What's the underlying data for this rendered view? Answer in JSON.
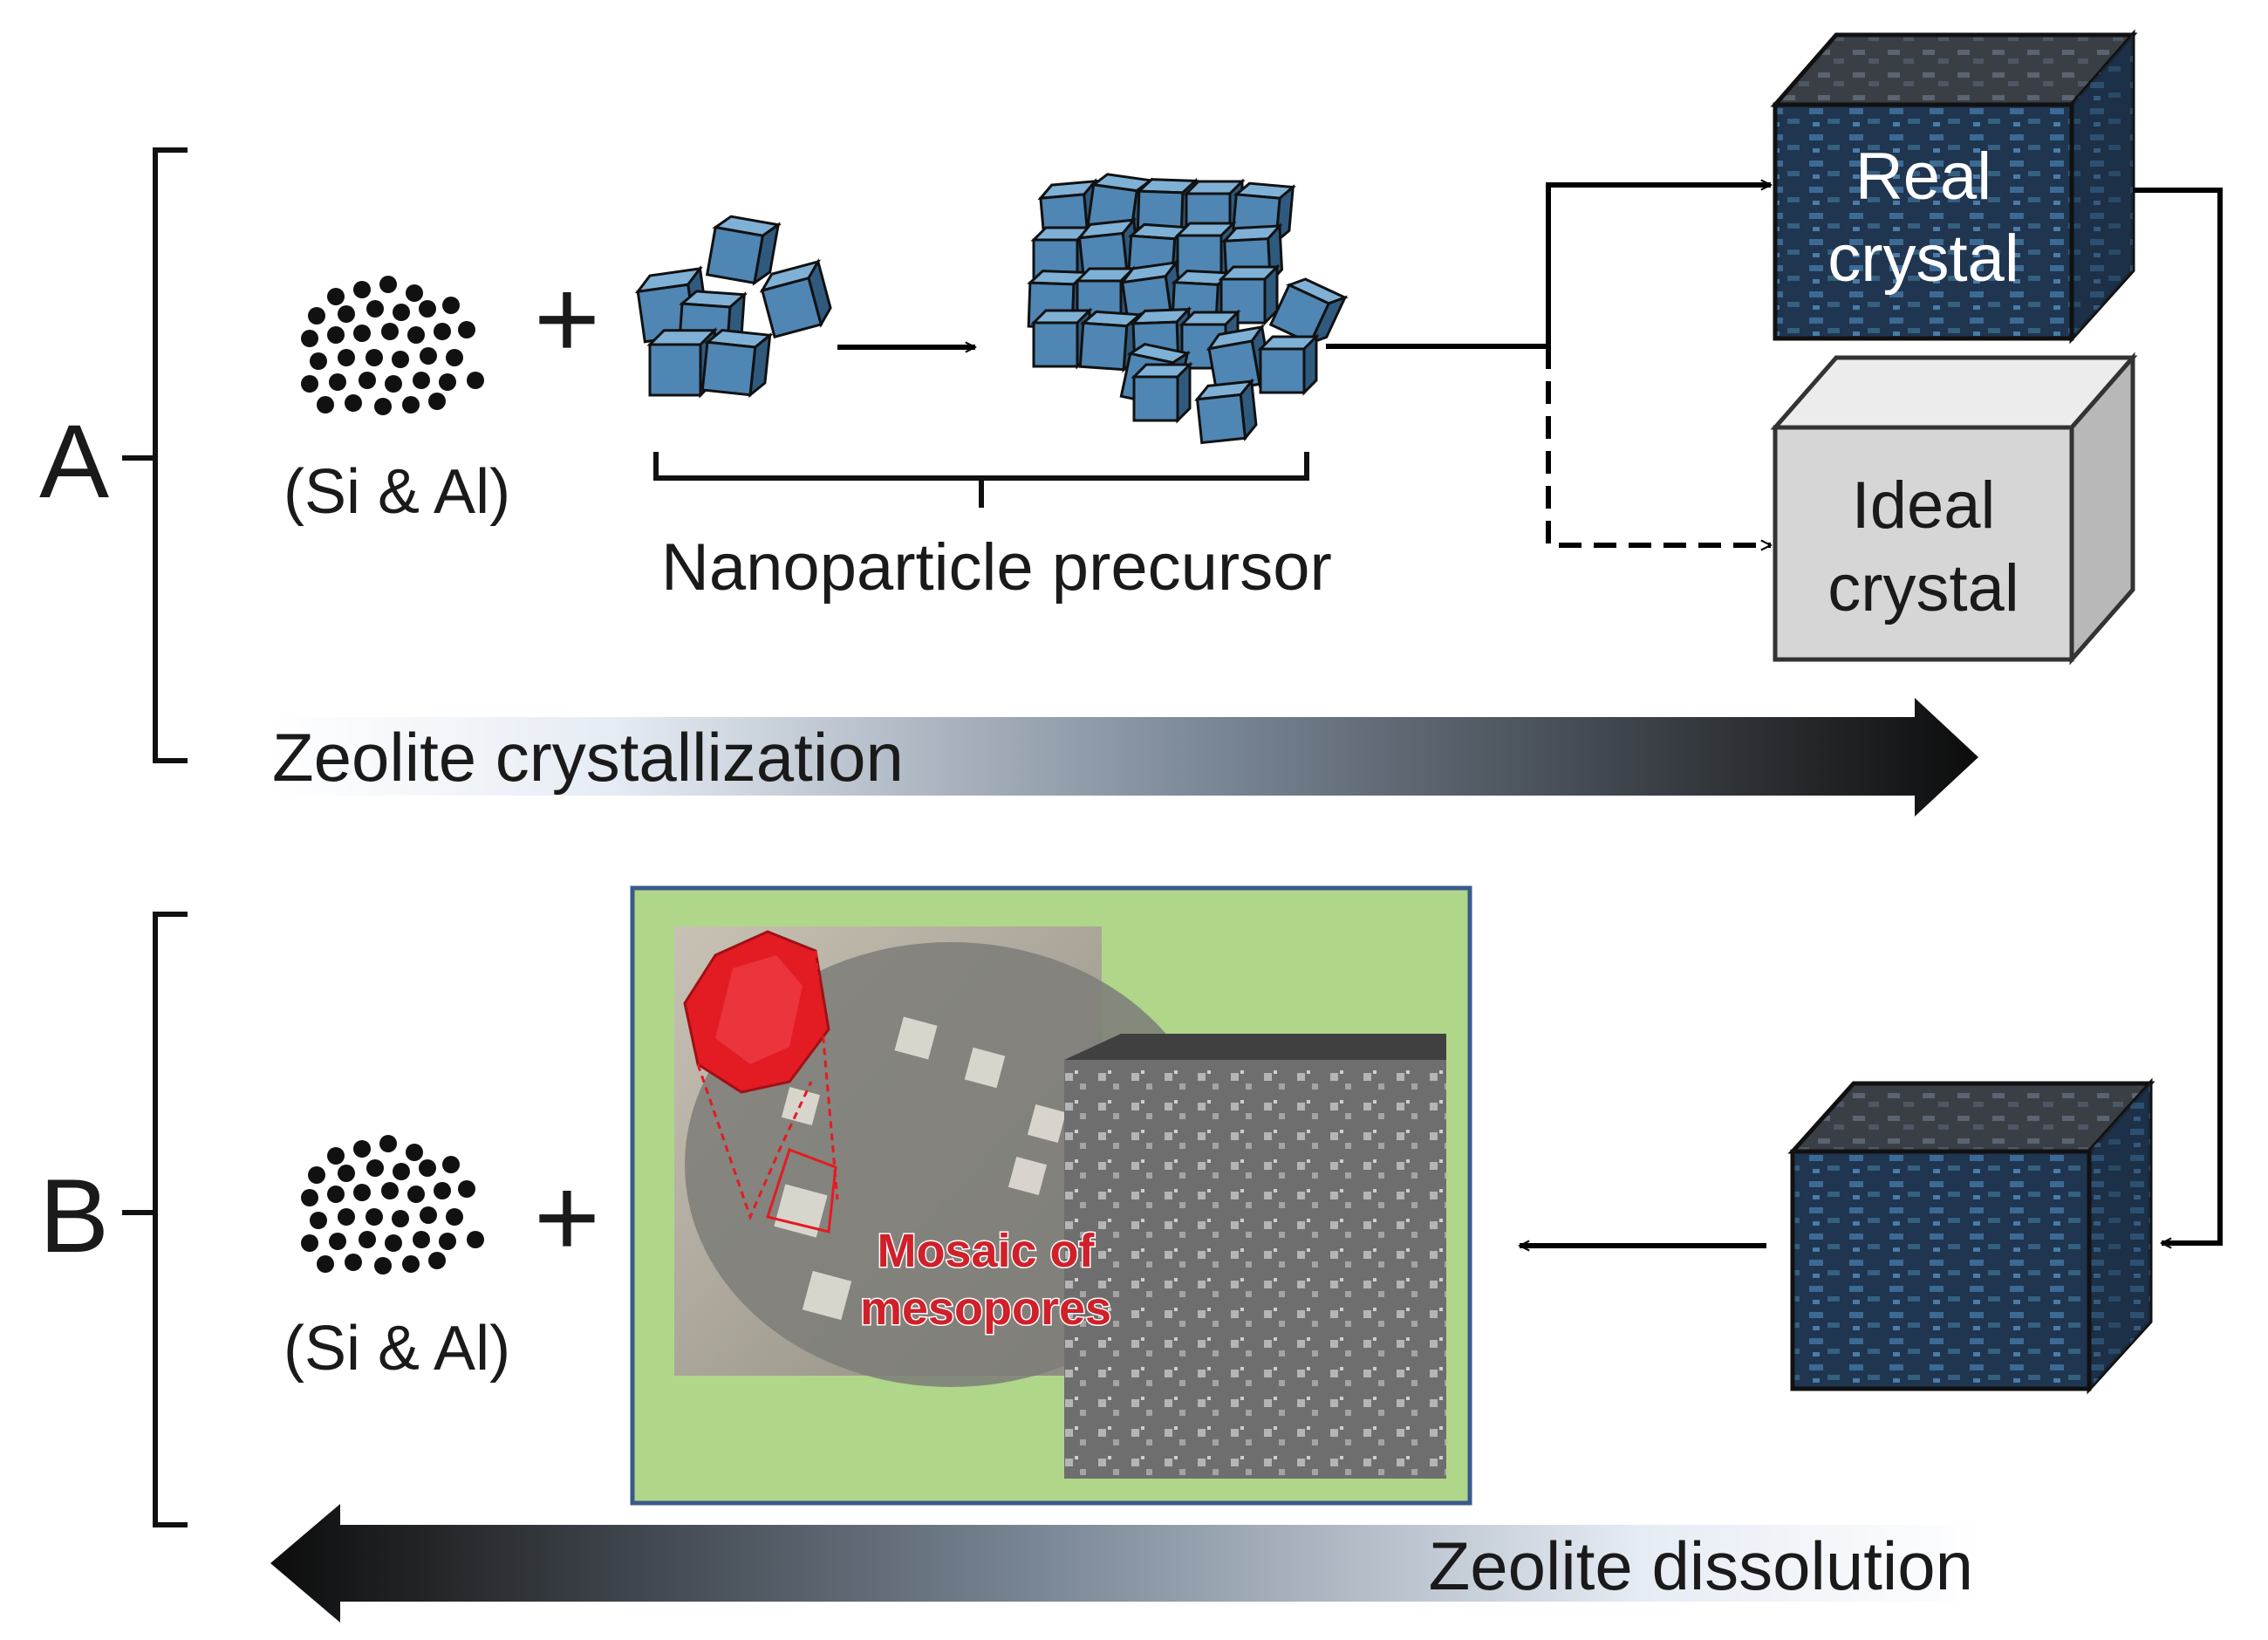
{
  "panel_a": {
    "label": "A",
    "reactant_label": "(Si & Al)",
    "plus": "+",
    "precursor_label": "Nanoparticle precursor",
    "real_crystal": [
      "Real",
      "crystal"
    ],
    "ideal_crystal": [
      "Ideal",
      "crystal"
    ],
    "process_label": "Zeolite crystallization"
  },
  "panel_b": {
    "label": "B",
    "reactant_label": "(Si & Al)",
    "plus": "+",
    "mosaic_label": [
      "Mosaic of",
      "mesopores"
    ],
    "process_label": "Zeolite dissolution"
  },
  "colors": {
    "nanoparticle_face": "#4f86b3",
    "crystal_dark": "#1f3550",
    "crystal_ideal": "#d6d6d6",
    "mosaic_panel_bg": "#b0d68a",
    "mosaic_panel_border": "#3a5a8c",
    "mosaic_text": "#d0202a",
    "red_crystal": "#e31b23"
  }
}
